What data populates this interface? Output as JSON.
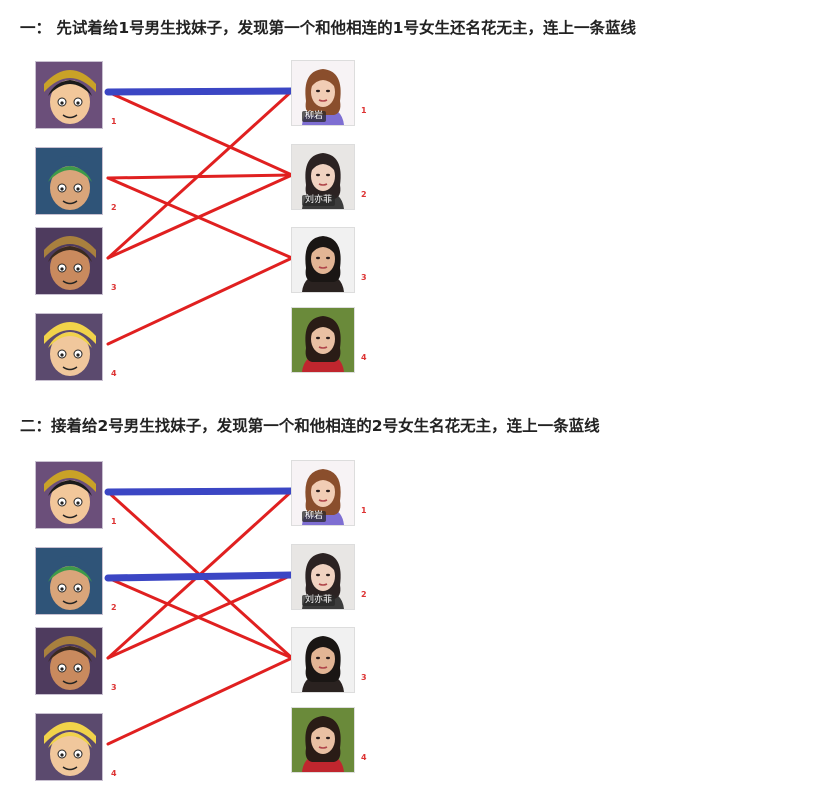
{
  "heading1": "一： 先试着给1号男生找妹子，发现第一个和他相连的1号女生还名花无主，连上一条蓝线",
  "heading2": "二：接着给2号男生找妹子，发现第一个和他相连的2号女生名花无主，连上一条蓝线",
  "boys": [
    {
      "label": "1"
    },
    {
      "label": "2"
    },
    {
      "label": "3"
    },
    {
      "label": "4"
    }
  ],
  "girls": [
    {
      "label": "1",
      "name": "柳岩"
    },
    {
      "label": "2",
      "name": "刘亦菲"
    },
    {
      "label": "3",
      "name": ""
    },
    {
      "label": "4",
      "name": ""
    }
  ],
  "colors": {
    "red_edge": "#e02020",
    "blue_match": "#3b46c4"
  },
  "panels": [
    {
      "edges": [
        [
          1,
          1
        ],
        [
          1,
          2
        ],
        [
          2,
          2
        ],
        [
          2,
          3
        ],
        [
          3,
          1
        ],
        [
          3,
          2
        ],
        [
          4,
          3
        ]
      ],
      "matches": [
        [
          1,
          1
        ]
      ]
    },
    {
      "edges": [
        [
          1,
          1
        ],
        [
          1,
          3
        ],
        [
          2,
          2
        ],
        [
          2,
          3
        ],
        [
          3,
          1
        ],
        [
          3,
          2
        ],
        [
          4,
          3
        ]
      ],
      "matches": [
        [
          1,
          1
        ],
        [
          2,
          2
        ]
      ]
    }
  ]
}
